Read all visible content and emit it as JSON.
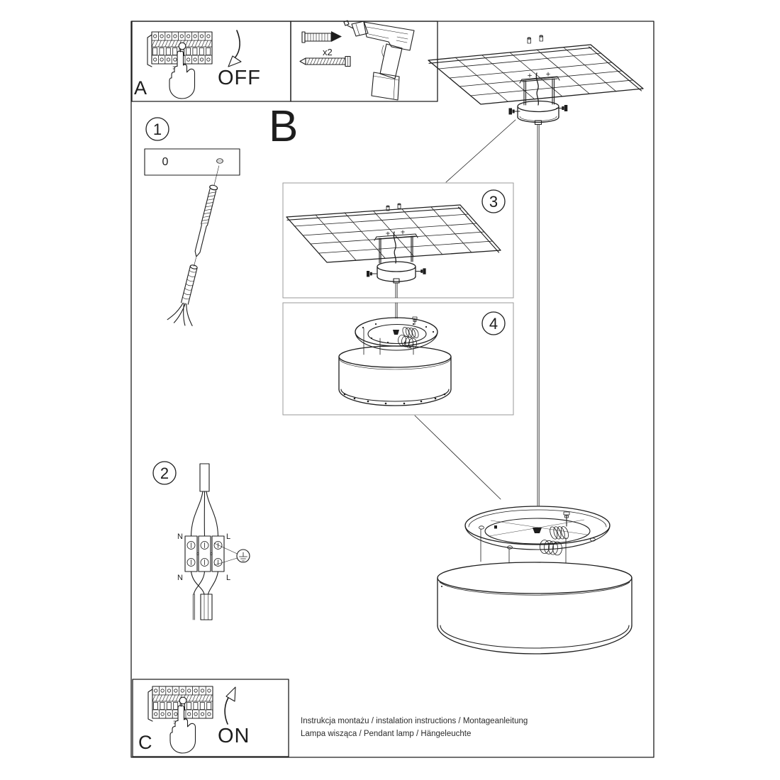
{
  "sheet": {
    "power_off": {
      "letter": "A",
      "state": "OFF"
    },
    "power_on": {
      "letter": "C",
      "state": "ON"
    },
    "section_label": "B",
    "tools": {
      "dowel_count": "x2"
    },
    "step_numbers": {
      "s1": "1",
      "s2": "2",
      "s3": "3",
      "s4": "4"
    },
    "plate": {
      "slot_label": "0"
    },
    "wiring": {
      "top_left": "N",
      "top_right": "L",
      "bottom_left": "N",
      "bottom_right": "L"
    },
    "footer": {
      "line1": "Instrukcja montażu / instalation instructions / Montageanleitung",
      "line2": "Lampa wisząca / Pendant lamp / Hängeleuchte"
    },
    "colors": {
      "ink": "#1d1d1d",
      "detail_frame": "#9a9a9a",
      "background": "#ffffff"
    }
  }
}
